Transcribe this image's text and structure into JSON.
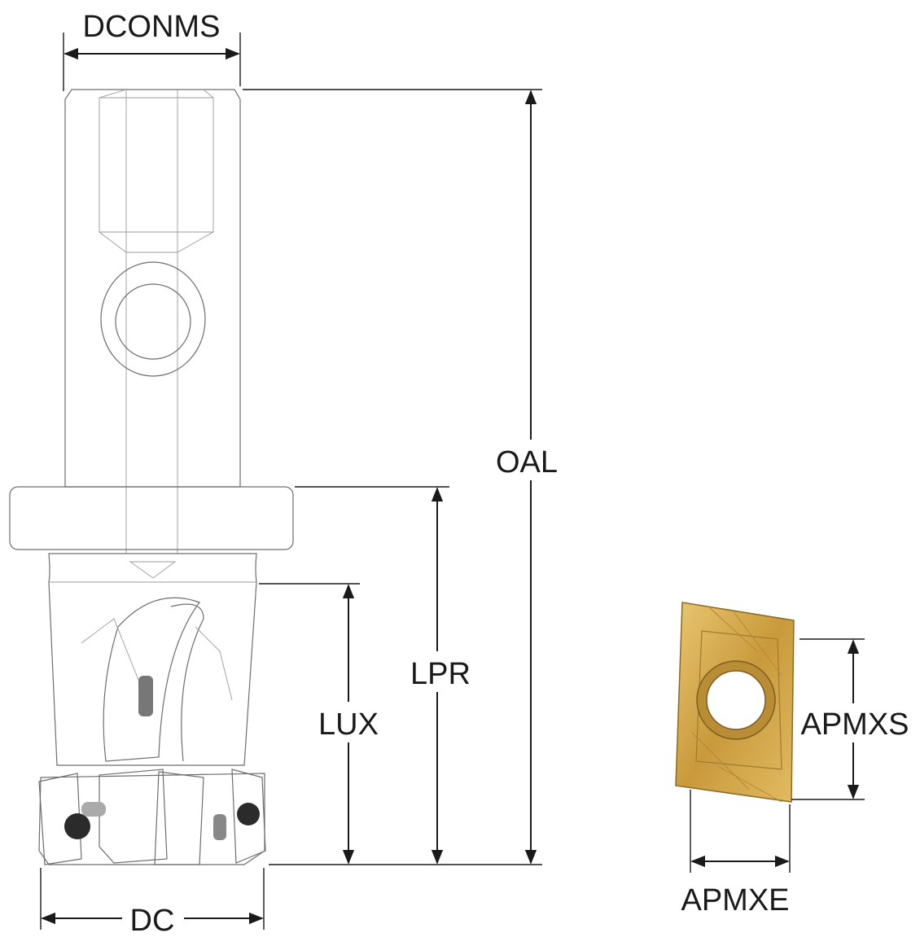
{
  "diagram": {
    "labels": {
      "dconms": "DCONMS",
      "oal": "OAL",
      "lpr": "LPR",
      "lux": "LUX",
      "dc": "DC",
      "apmxs": "APMXS",
      "apmxe": "APMXE"
    },
    "colors": {
      "steel": "#e2e2e2",
      "insert_gold": "#d6ac4f",
      "line": "#1a1a1a"
    }
  }
}
